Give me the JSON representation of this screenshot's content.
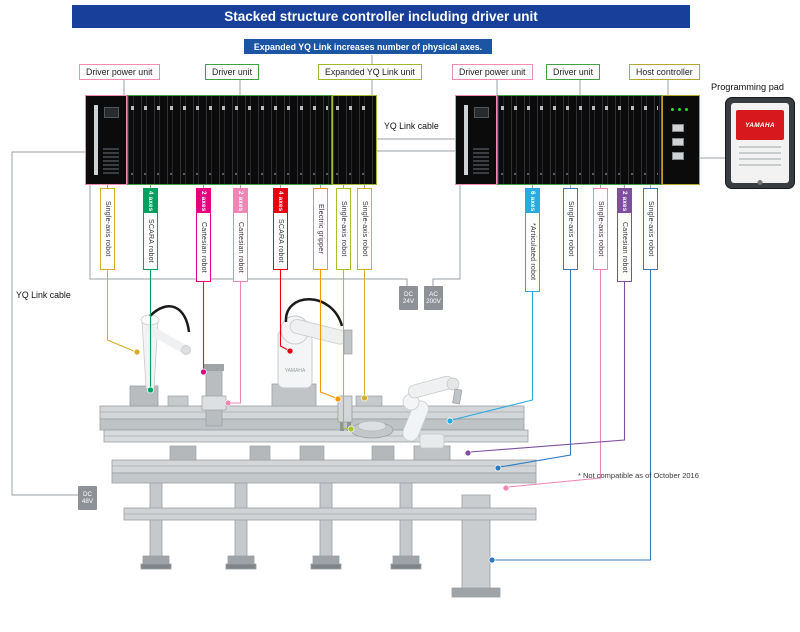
{
  "title": "Stacked structure controller including driver unit",
  "callout": "Expanded YQ Link increases number of physical axes.",
  "unit_labels": [
    {
      "label": "Driver power unit",
      "color": "#f08cb0"
    },
    {
      "label": "Driver unit",
      "color": "#43a047"
    },
    {
      "label": "Expanded YQ Link unit",
      "color": "#9fb832"
    },
    {
      "label": "Driver power unit",
      "color": "#f08cb0"
    },
    {
      "label": "Driver unit",
      "color": "#43a047"
    },
    {
      "label": "Host controller",
      "color": "#b8a62e"
    }
  ],
  "cables": {
    "top": "YQ Link cable",
    "left": "YQ Link cable"
  },
  "programming_pad": {
    "label": "Programming pad",
    "brand": "YAMAHA"
  },
  "robot_brand": "YAMAHA",
  "robot_labels": [
    {
      "label": "Single-axis robot",
      "color": "#d4af2c"
    },
    {
      "label": "SCARA robot",
      "axes": "4 axes",
      "color": "#00a160"
    },
    {
      "label": "Cartesian robot",
      "axes": "2 axes",
      "color": "#e4007f"
    },
    {
      "label": "Cartesian robot",
      "axes": "2 axes",
      "color": "#ef86b5"
    },
    {
      "label": "SCARA robot",
      "axes": "4 axes",
      "color": "#e60012"
    },
    {
      "label": "Electric gripper",
      "color": "#f39800"
    },
    {
      "label": "Single-axis robot",
      "color": "#a8bf2e"
    },
    {
      "label": "Single-axis robot",
      "color": "#d4af2c"
    },
    {
      "label": "Articulated robot",
      "axes": "6 axes",
      "color": "#29abe2",
      "note_mark": "*"
    },
    {
      "label": "Single-axis robot",
      "color": "#2f7bc0"
    },
    {
      "label": "Single-axis robot",
      "color": "#ef86b5"
    },
    {
      "label": "Cartesian robot",
      "axes": "2 axes",
      "color": "#7d4f9d"
    },
    {
      "label": "Single-axis robot",
      "color": "#2f7bc0"
    }
  ],
  "power_badges": {
    "dc24": [
      "DC",
      "24V"
    ],
    "ac200": [
      "AC",
      "200V"
    ],
    "dc48": [
      "DC",
      "48V"
    ]
  },
  "footnote": "* Not compatible as of October 2016"
}
